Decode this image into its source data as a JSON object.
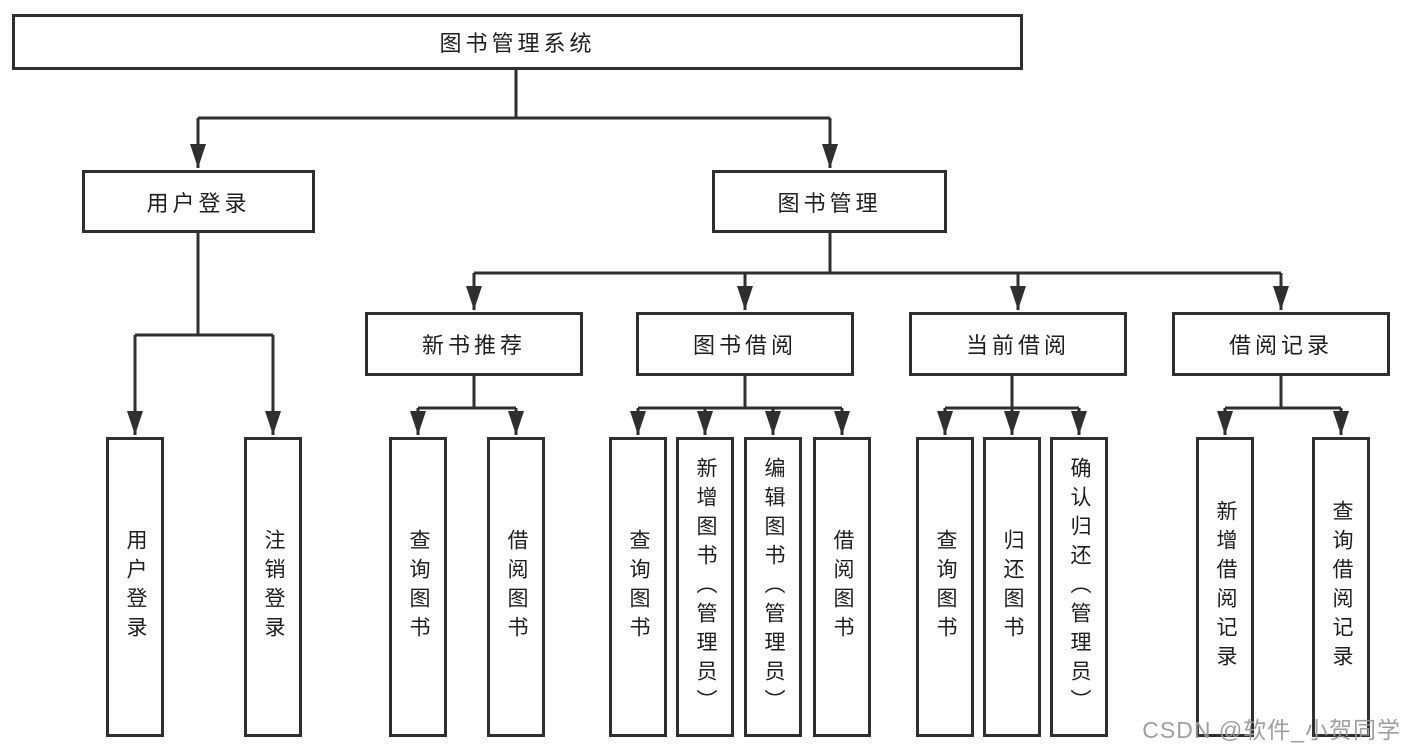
{
  "diagram": {
    "type": "hierarchy-tree",
    "title": "图书管理系统",
    "labels": {
      "root": "图书管理系统",
      "user_login": "用户登录",
      "book_mgmt": "图书管理",
      "new_book_rec": "新书推荐",
      "book_borrow": "图书借阅",
      "current_borrow": "当前借阅",
      "borrow_record": "借阅记录",
      "ul_login": "用户登录",
      "ul_logout": "注销登录",
      "nb_query": "查询图书",
      "nb_borrow": "借阅图书",
      "bb_query": "查询图书",
      "bb_add": "新增图书（管理员）",
      "bb_edit": "编辑图书（管理员）",
      "bb_borrow": "借阅图书",
      "cb_query": "查询图书",
      "cb_return": "归还图书",
      "cb_confirm": "确认归还（管理员）",
      "br_add": "新增借阅记录",
      "br_query": "查询借阅记录"
    },
    "hierarchy": {
      "root": [
        "user_login",
        "book_mgmt"
      ],
      "user_login": [
        "ul_login",
        "ul_logout"
      ],
      "book_mgmt": [
        "new_book_rec",
        "book_borrow",
        "current_borrow",
        "borrow_record"
      ],
      "new_book_rec": [
        "nb_query",
        "nb_borrow"
      ],
      "book_borrow": [
        "bb_query",
        "bb_add",
        "bb_edit",
        "bb_borrow"
      ],
      "current_borrow": [
        "cb_query",
        "cb_return",
        "cb_confirm"
      ],
      "borrow_record": [
        "br_add",
        "br_query"
      ]
    }
  },
  "watermark": {
    "text": "CSDN @软件_小贺同学"
  },
  "colors": {
    "background": "#ffffff",
    "line": "#2f2f2f",
    "box_border": "#2f2f2f",
    "box_fill": "#ffffff",
    "text": "#1e1e1e",
    "watermark": "#9a9a9a"
  }
}
